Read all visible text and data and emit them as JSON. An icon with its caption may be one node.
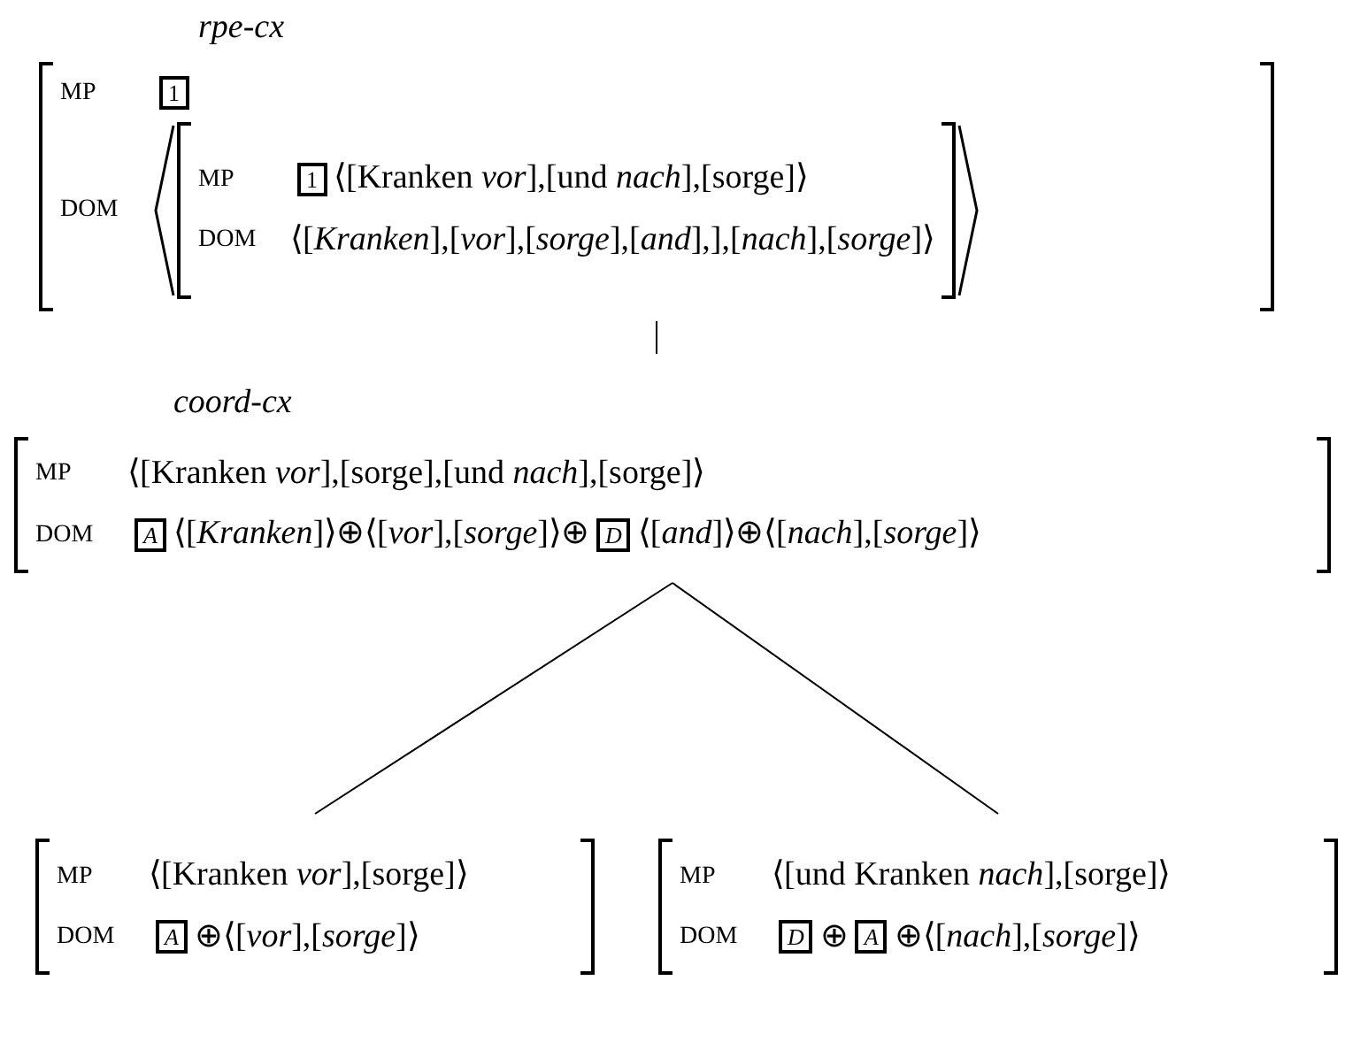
{
  "diagram": {
    "nodes": [
      {
        "text": [
          "rpe-cx",
          "MP",
          "DOM"
        ]
      },
      {
        "text": [
          "1"
        ],
        "in": 0
      },
      {
        "text": [
          "MP",
          "⟨[Kranken *vor*],[und *nach*],[sorge]⟩",
          "DOM",
          "⟨[*Kranken*],[*vor*],[*sorge*],[*and*],],[*nach*],[*sorge*]⟩"
        ],
        "in": 0
      },
      {
        "text": [
          "1"
        ],
        "in": 2
      },
      {
        "text": [
          "coord-cx",
          "MP",
          "⟨[Kranken *vor*],[sorge],[und *nach*],[sorge]⟩",
          "DOM",
          "⟨[*Kranken*]⟩⊕⟨[*vor*],[*sorge*]⟩⊕",
          "⟨[*and*]⟩⊕⟨[*nach*],[*sorge*]⟩"
        ]
      },
      {
        "text": [
          "A"
        ],
        "in": 4
      },
      {
        "text": [
          "D"
        ],
        "in": 4
      },
      {
        "text": [
          "MP",
          "⟨[Kranken *vor*],[sorge]⟩",
          "DOM",
          "⊕⟨[*vor*],[*sorge*]⟩"
        ]
      },
      {
        "text": [
          "A"
        ],
        "in": 7
      },
      {
        "text": [
          "MP",
          "⟨[und Kranken *nach*],[sorge]⟩",
          "DOM",
          "⊕",
          "⊕⟨[*nach*],[*sorge*]⟩"
        ]
      },
      {
        "text": [
          "D"
        ],
        "in": 9
      },
      {
        "text": [
          "A"
        ],
        "in": 9
      }
    ],
    "edges": [
      {
        "from": 0,
        "to": 4,
        "arrow": "none"
      },
      {
        "from": 4,
        "to": 7,
        "arrow": "none"
      },
      {
        "from": 4,
        "to": 9,
        "arrow": "none"
      }
    ]
  }
}
